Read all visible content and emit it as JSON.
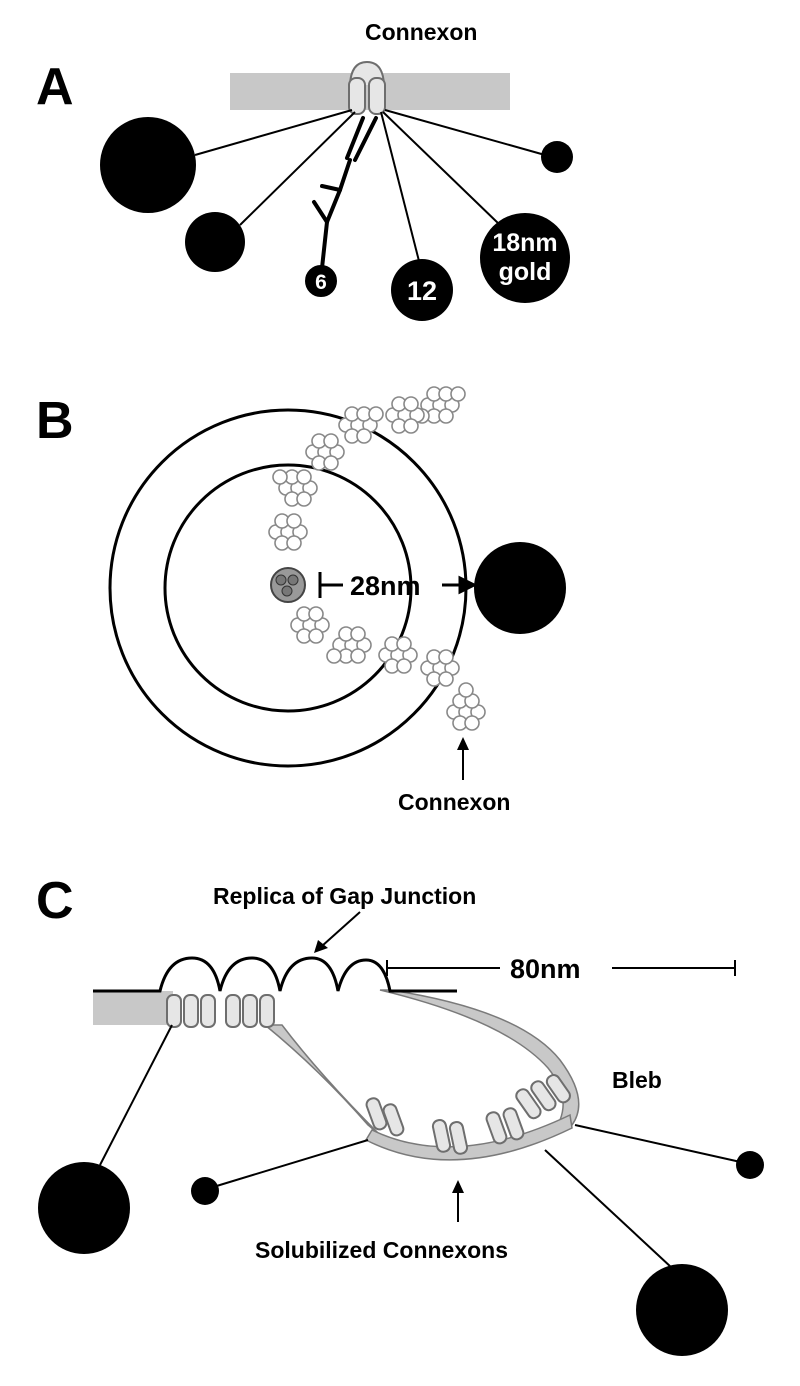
{
  "panels": {
    "a": {
      "letter": "A",
      "connexon_label": "Connexon",
      "gold_6": "6",
      "gold_12": "12",
      "gold_18_line1": "18nm",
      "gold_18_line2": "gold"
    },
    "b": {
      "letter": "B",
      "distance_label": "28nm",
      "connexon_label": "Connexon"
    },
    "c": {
      "letter": "C",
      "replica_label": "Replica of Gap Junction",
      "scale_label": "80nm",
      "bleb_label": "Bleb",
      "solubilized_label": "Solubilized Connexons"
    }
  },
  "colors": {
    "membrane": "#c8c8c8",
    "connexon_fill": "#e6e6e6",
    "connexon_stroke": "#6e6e6e",
    "gold": "#000000",
    "core": "#8a8a8a"
  }
}
